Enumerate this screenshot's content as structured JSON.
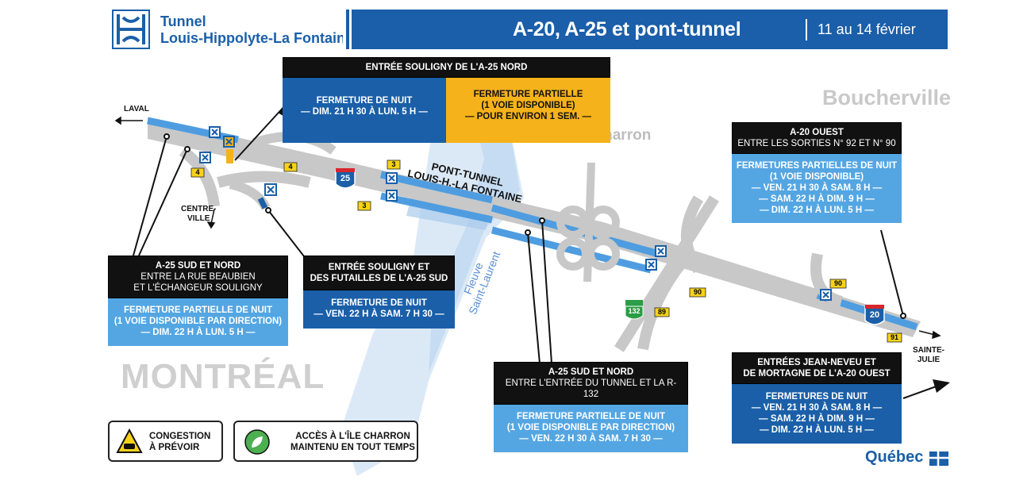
{
  "header": {
    "logo_line1": "Tunnel",
    "logo_line2": "Louis-Hippolyte-La Fontaine",
    "title": "A-20, A-25 et pont-tunnel",
    "date": "11 au 14 février"
  },
  "places": {
    "boucherville": "Boucherville",
    "montreal": "MONTRÉAL",
    "ile_charron": "Île Charron",
    "fleuve_line1": "Fleuve",
    "fleuve_line2": "Saint-Laurent",
    "laval": "LAVAL",
    "centre_ville_1": "CENTRE-",
    "centre_ville_2": "VILLE",
    "sainte_julie_1": "SAINTE-",
    "sainte_julie_2": "JULIE",
    "pont_tunnel_1": "PONT-TUNNEL",
    "pont_tunnel_2": "LOUIS-H.-LA FONTAINE"
  },
  "shields": {
    "a25": "25",
    "a20": "20",
    "r132": "132",
    "exits": [
      "4",
      "4",
      "3",
      "3",
      "90",
      "90",
      "89",
      "91"
    ]
  },
  "boxes": {
    "souligny_nord": {
      "header": "ENTRÉE SOULIGNY DE L'A-25 NORD",
      "left_title": "FERMETURE DE NUIT",
      "left_time": "— DIM. 21 H 30 À LUN. 5 H —",
      "right_title": "FERMETURE PARTIELLE",
      "right_sub": "(1 VOIE DISPONIBLE)",
      "right_time": "— POUR ENVIRON 1 SEM. —"
    },
    "a20_ouest": {
      "header": "A-20 OUEST",
      "subheader": "ENTRE LES SORTIES N° 92 ET N° 90",
      "title": "FERMETURES PARTIELLES DE NUIT",
      "sub": "(1 VOIE DISPONIBLE)",
      "times": [
        "— VEN. 21 H 30 À SAM. 8 H —",
        "— SAM. 22 H À DIM. 9 H —",
        "— DIM. 22 H À LUN. 5 H —"
      ]
    },
    "a25_beaubien": {
      "header": "A-25 SUD ET NORD",
      "sub1": "ENTRE LA RUE BEAUBIEN",
      "sub2": "ET L'ÉCHANGEUR SOULIGNY",
      "title": "FERMETURE PARTIELLE DE NUIT",
      "sub": "(1 VOIE DISPONIBLE PAR DIRECTION)",
      "time": "— DIM. 22 H À LUN. 5 H —"
    },
    "souligny_sud": {
      "header1": "ENTRÉE SOULIGNY ET",
      "header2": "DES FUTAILLES DE L'A-25 SUD",
      "title": "FERMETURE DE NUIT",
      "time": "— VEN. 22 H À SAM. 7 H 30 —"
    },
    "a25_tunnel": {
      "header": "A-25 SUD ET NORD",
      "subheader": "ENTRE L'ENTRÉE DU TUNNEL ET LA R-132",
      "title": "FERMETURE PARTIELLE DE NUIT",
      "sub": "(1 VOIE DISPONIBLE PAR DIRECTION)",
      "time": "— VEN. 22 H 30 À SAM. 7 H 30 —"
    },
    "jean_neveu": {
      "header1": "ENTRÉES JEAN-NEVEU ET",
      "header2": "DE MORTAGNE DE L'A-20 OUEST",
      "title": "FERMETURES DE NUIT",
      "times": [
        "— VEN. 21 H 30 À SAM. 8 H —",
        "— SAM. 22 H À DIM. 9 H —",
        "— DIM. 22 H À LUN. 5 H —"
      ]
    }
  },
  "legend": {
    "congestion_1": "CONGESTION",
    "congestion_2": "À PRÉVOIR",
    "access_1": "ACCÈS À L'ÎLE CHARRON",
    "access_2": "MAINTENU EN TOUT TEMPS"
  },
  "footer": {
    "quebec": "Québec"
  },
  "colors": {
    "brand_blue": "#1b5ea9",
    "light_blue": "#54a6e2",
    "amber": "#f6b21a",
    "road_grey": "#c8c8c8",
    "black": "#111111"
  },
  "icons": [
    "tunnel-logo-icon",
    "closure-x-icon",
    "congestion-car-icon",
    "leaf-icon",
    "quebec-flag-icon"
  ]
}
